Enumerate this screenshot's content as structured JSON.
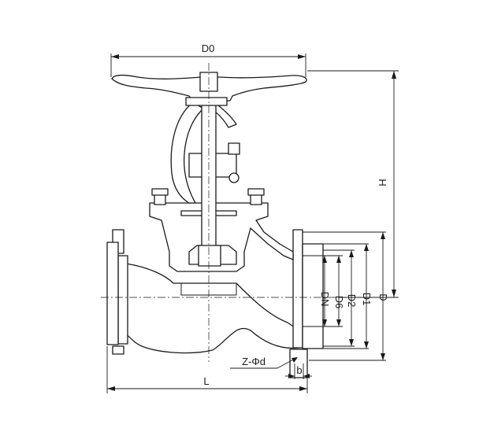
{
  "diagram": {
    "labels": {
      "handwheel_diameter": "D0",
      "height": "H",
      "length": "L",
      "nominal_diameter": "DN",
      "d6": "D6",
      "d2": "D2",
      "d1": "D1",
      "d": "D",
      "bolt_holes": "Z-Φd",
      "flange_thickness": "b"
    }
  }
}
